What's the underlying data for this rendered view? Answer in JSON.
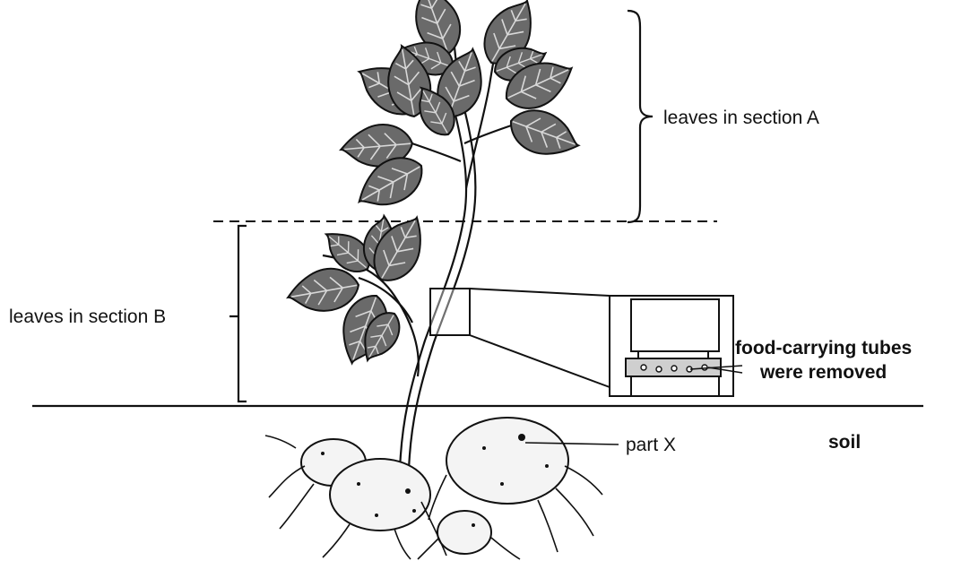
{
  "labels": {
    "section_a": "leaves in section A",
    "section_b": "leaves in section B",
    "tubes_line1": "food-carrying tubes",
    "tubes_line2": "were removed",
    "part_x": "part X",
    "soil": "soil"
  },
  "colors": {
    "ink": "#111111",
    "leaf": "#6a6a6a",
    "leaf_vein": "#d8d8d8",
    "tuber": "#f4f4f4"
  }
}
